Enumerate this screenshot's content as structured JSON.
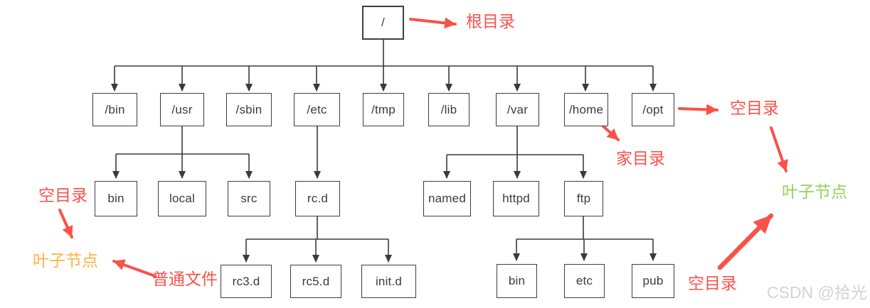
{
  "tree": {
    "root": {
      "label": "/"
    },
    "level2": [
      {
        "label": "/bin"
      },
      {
        "label": "/usr"
      },
      {
        "label": "/sbin"
      },
      {
        "label": "/etc"
      },
      {
        "label": "/tmp"
      },
      {
        "label": "/lib"
      },
      {
        "label": "/var"
      },
      {
        "label": "/home"
      },
      {
        "label": "/opt"
      }
    ],
    "usr_children": [
      {
        "label": "bin"
      },
      {
        "label": "local"
      },
      {
        "label": "src"
      }
    ],
    "etc_children": [
      {
        "label": "rc.d"
      }
    ],
    "var_children": [
      {
        "label": "named"
      },
      {
        "label": "httpd"
      },
      {
        "label": "ftp"
      }
    ],
    "rcd_children": [
      {
        "label": "rc3.d"
      },
      {
        "label": "rc5.d"
      },
      {
        "label": "init.d"
      }
    ],
    "ftp_children": [
      {
        "label": "bin"
      },
      {
        "label": "etc"
      },
      {
        "label": "pub"
      }
    ]
  },
  "annotations": {
    "root_dir": {
      "text": "根目录",
      "color": "#f8524b"
    },
    "empty_dir_right": {
      "text": "空目录",
      "color": "#f8524b"
    },
    "home_dir": {
      "text": "家目录",
      "color": "#f8524b"
    },
    "leaf_node_right": {
      "text": "叶子节点",
      "color": "#8fd45a"
    },
    "empty_dir_bottom_right": {
      "text": "空目录",
      "color": "#f8524b"
    },
    "empty_dir_left": {
      "text": "空目录",
      "color": "#f8524b"
    },
    "leaf_node_left": {
      "text": "叶子节点",
      "color": "#ffb143"
    },
    "regular_file": {
      "text": "普通文件",
      "color": "#f8524b"
    }
  },
  "watermark": {
    "text": "CSDN @拾光",
    "color": "#cccccc"
  },
  "colors": {
    "annotation_red": "#f8524b",
    "leaf_green": "#8fd45a",
    "leaf_orange": "#ffb143",
    "box_border": "#3e3e3e",
    "connector": "#3a3a3a",
    "background": "#ffffff"
  }
}
